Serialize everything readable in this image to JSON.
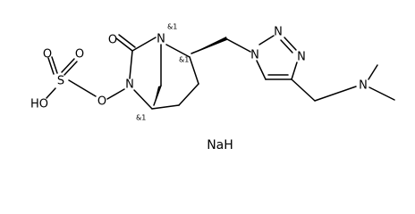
{
  "atoms": {
    "o_carbonyl": "O",
    "n_bridgehead": "N",
    "n_hydroxamate": "N",
    "o_ring": "O",
    "s": "S",
    "o_s_top": "O",
    "o_s_right": "O",
    "ho": "HO",
    "n_triazole_1": "N",
    "n_triazole_2": "N",
    "n_triazole_3": "N",
    "n_amine": "N"
  },
  "stereo": {
    "n_bridgehead": "&1",
    "c_triazolylmethyl": "&1",
    "c_bridgehead": "&1"
  },
  "salt": "NaH"
}
